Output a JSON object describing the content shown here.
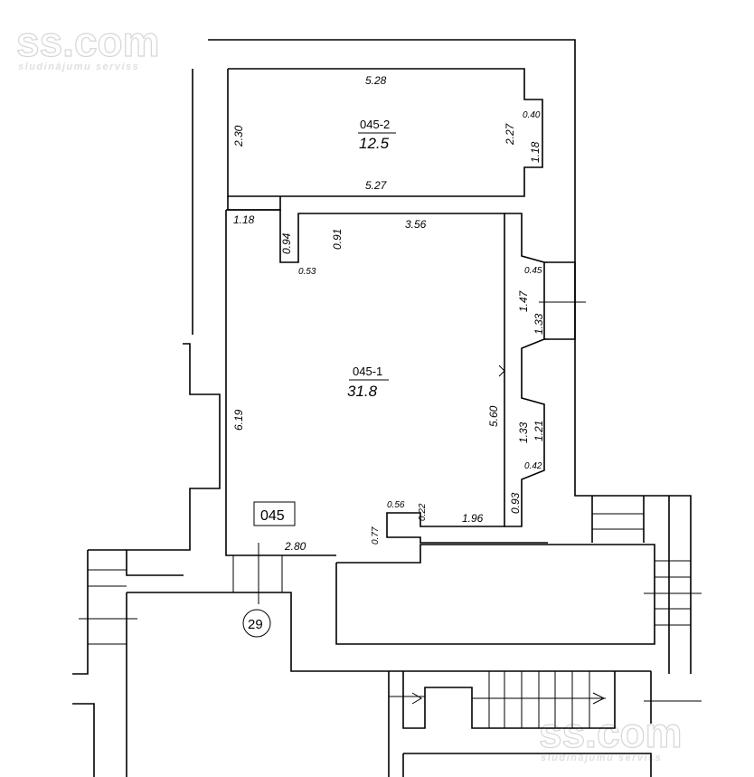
{
  "watermark": {
    "brand": "ss.com",
    "tagline": "sludinājumu serviss"
  },
  "flat_label": "045",
  "stair_marker": "29",
  "rooms": [
    {
      "id": "045-2",
      "area": "12.5"
    },
    {
      "id": "045-1",
      "area": "31.8"
    }
  ],
  "dimensions": {
    "r2_top": "5.28",
    "r2_bottom": "5.27",
    "r2_left": "2.30",
    "r2_right": "2.27",
    "r2_niche_depth": "0.40",
    "r2_niche_len": "1.18",
    "r1_entry_width": "1.18",
    "r1_step_down": "0.94",
    "r1_step_up": "0.91",
    "r1_step_width": "0.53",
    "r1_top": "3.56",
    "r1_niche_top_depth": "0.45",
    "r1_window_outer": "1.47",
    "r1_window_inner": "1.33",
    "r1_right": "5.60",
    "r1_window2_inner": "1.33",
    "r1_window2_outer": "1.21",
    "r1_niche_bottom_depth": "0.42",
    "r1_right_lower": "0.93",
    "r1_bottom_right": "1.96",
    "r1_bottom_notch_w": "0.56",
    "r1_bottom_notch_h": "0.22",
    "r1_bottom_step": "0.77",
    "r1_bottom_left": "2.80",
    "r1_left": "6.19"
  }
}
